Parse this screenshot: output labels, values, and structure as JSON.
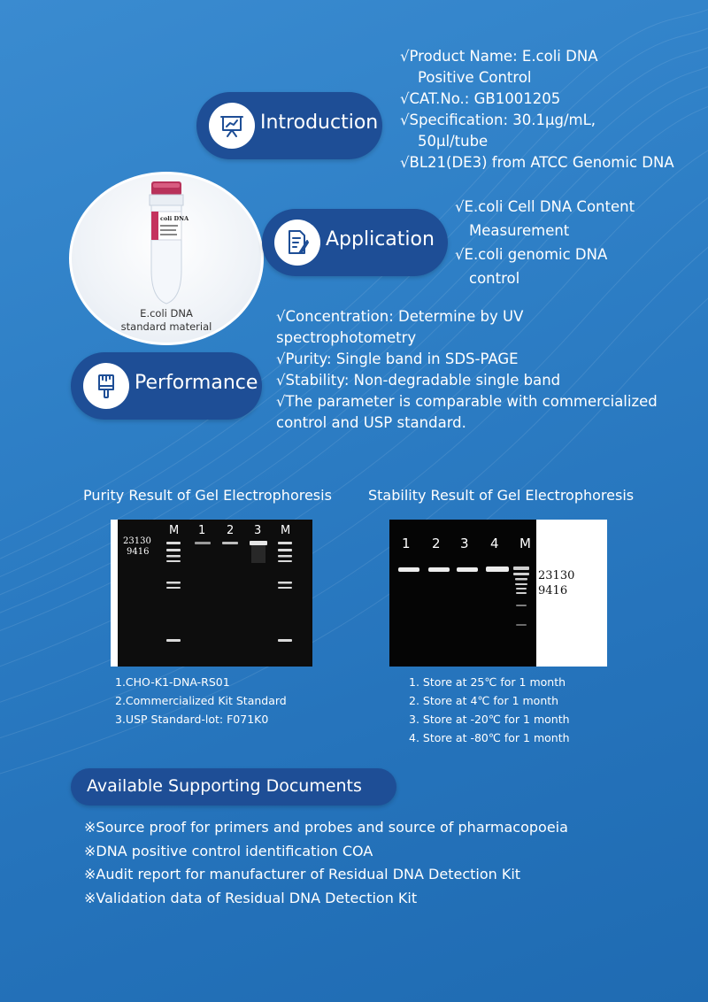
{
  "introduction": {
    "label": "Introduction",
    "items": [
      {
        "text": "√Product Name: E.coli DNA",
        "cont": "Positive Control"
      },
      {
        "text": "√CAT.No.: GB1001205",
        "cont": ""
      },
      {
        "text": "√Specification: 30.1μg/mL,",
        "cont": "50μl/tube"
      },
      {
        "text": "√BL21(DE3) from ATCC  Genomic DNA",
        "cont": ""
      }
    ]
  },
  "application": {
    "label": "Application",
    "items": [
      {
        "text": "√E.coli Cell DNA Content",
        "cont": "Measurement"
      },
      {
        "text": "√E.coli  genomic DNA",
        "cont": "control"
      }
    ]
  },
  "performance": {
    "label": "Performance",
    "items": [
      {
        "text": "√Concentration: Determine by UV",
        "cont": "spectrophotometry"
      },
      {
        "text": "√Purity: Single band in SDS-PAGE",
        "cont": ""
      },
      {
        "text": "√Stability: Non-degradable single band",
        "cont": ""
      },
      {
        "text": "√The parameter is comparable with commercialized",
        "cont": "control and USP standard."
      }
    ]
  },
  "product_photo": {
    "caption_line1": "E.coli DNA",
    "caption_line2": "standard material",
    "tube_label": "coli DNA"
  },
  "purity_gel": {
    "title": "Purity Result of Gel Electrophoresis",
    "lane_labels": [
      "M",
      "1",
      "2",
      "3",
      "M"
    ],
    "size_markers": [
      "23130",
      "9416"
    ],
    "legend": [
      "1.CHO-K1-DNA-RS01",
      "2.Commercialized Kit Standard",
      "3.USP Standard-lot: F071K0"
    ]
  },
  "stability_gel": {
    "title": "Stability Result of Gel Electrophoresis",
    "lane_labels": [
      "1",
      "2",
      "3",
      "4",
      "M"
    ],
    "size_markers": [
      "23130",
      "9416"
    ],
    "legend": [
      "1.  Store at 25℃ for 1 month",
      "2.  Store at 4℃ for 1 month",
      "3.  Store at -20℃ for 1 month",
      "4.   Store at -80℃ for 1 month"
    ]
  },
  "documents": {
    "title": "Available Supporting Documents",
    "items": [
      "※Source proof for primers and probes and source of pharmacopoeia",
      "※DNA positive control identification COA",
      "※Audit report for manufacturer of Residual DNA Detection Kit",
      "※Validation data of Residual DNA Detection Kit"
    ]
  },
  "icons": {
    "introduction": "presentation-board-icon",
    "application": "document-pen-icon",
    "performance": "paint-brush-icon"
  },
  "colors": {
    "background": "#2e7fc6",
    "pill": "#1e4e96",
    "text": "#ffffff"
  }
}
